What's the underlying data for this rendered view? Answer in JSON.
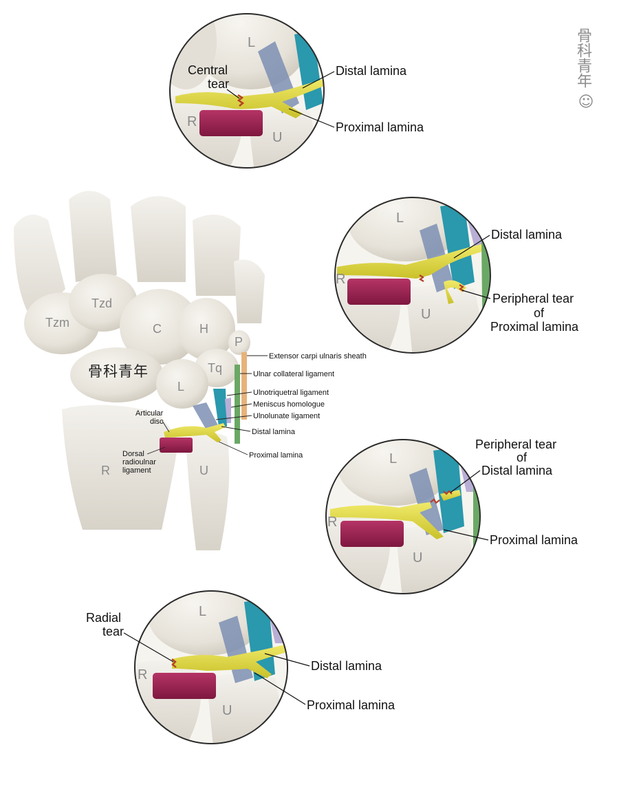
{
  "watermark": {
    "side": "骨科青年",
    "center": "骨科青年"
  },
  "panels": {
    "central": {
      "bones": {
        "L": "L",
        "R": "R",
        "U": "U"
      },
      "labels": {
        "tear_line1": "Central",
        "tear_line2": "tear",
        "distal": "Distal lamina",
        "proximal": "Proximal lamina"
      }
    },
    "peripheral_proximal": {
      "bones": {
        "L": "L",
        "R": "R",
        "U": "U"
      },
      "labels": {
        "distal": "Distal lamina",
        "tear_line1": "Peripheral tear",
        "tear_line2": "of",
        "tear_line3": "Proximal lamina"
      }
    },
    "peripheral_distal": {
      "bones": {
        "L": "L",
        "R": "R",
        "U": "U"
      },
      "labels": {
        "tear_line1": "Peripheral tear",
        "tear_line2": "of",
        "tear_line3": "Distal lamina",
        "proximal": "Proximal lamina"
      }
    },
    "radial": {
      "bones": {
        "L": "L",
        "R": "R",
        "U": "U"
      },
      "labels": {
        "tear_line1": "Radial",
        "tear_line2": "tear",
        "distal": "Distal lamina",
        "proximal": "Proximal lamina"
      }
    }
  },
  "wrist": {
    "bones": {
      "Tzm": "Tzm",
      "Tzd": "Tzd",
      "C": "C",
      "H": "H",
      "P": "P",
      "Tq": "Tq",
      "L": "L",
      "R": "R",
      "U": "U"
    },
    "labels": {
      "ecu_sheath": "Extensor carpi ulnaris sheath",
      "ulnar_collateral": "Ulnar collateral ligament",
      "ulnotriquetral": "Ulnotriquetral ligament",
      "meniscus": "Meniscus homologue",
      "ulnolunate": "Ulnolunate ligament",
      "distal": "Distal lamina",
      "proximal": "Proximal lamina",
      "articular_line1": "Articular",
      "articular_line2": "disc",
      "dorsal_line1": "Dorsal",
      "dorsal_line2": "radioulnar",
      "dorsal_line3": "ligament"
    }
  },
  "colors": {
    "bone": "#ece9e2",
    "bone_shadow": "#cfcac0",
    "tfcc_yellow": "#e3dc3c",
    "ligament_maroon": "#9b1f4f",
    "ligament_teal": "#2a98ad",
    "ligament_slate": "#7d8fb3",
    "ligament_lavender": "#b9aed6",
    "ecu_orange": "#e7b27a",
    "collateral_green": "#6aa865",
    "tear_red": "#b5402a"
  }
}
